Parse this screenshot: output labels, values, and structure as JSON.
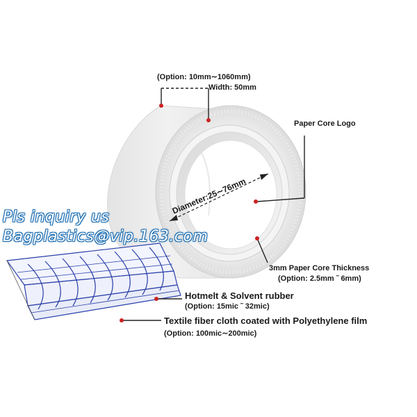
{
  "labels": {
    "width_option": "(Option: 10mm∼1060mm)",
    "width": "Width: 50mm",
    "paper_core_logo": "Paper Core Logo",
    "diameter": "Diameter:25∼76mm",
    "core_thickness": "3mm Paper Core Thickness",
    "core_thickness_option": "(Option:  2.5mm ˜ 6mm)",
    "rubber": "Hotmelt & Solvent rubber",
    "rubber_option": "(Option: 15mic ˜ 32mic)",
    "cloth": "Textile fiber cloth coated with Polyethylene film",
    "cloth_option": "(Option: 100mic∼200mic)"
  },
  "watermark": {
    "line1": "Pls inquiry us",
    "line2": "Bagplastics@vip.163.com"
  },
  "colors": {
    "pointer_line": "#222222",
    "pointer_dot": "#cc2222",
    "watermark_outline": "#1f6fb3",
    "mesh_blue": "#2a3fa8"
  }
}
